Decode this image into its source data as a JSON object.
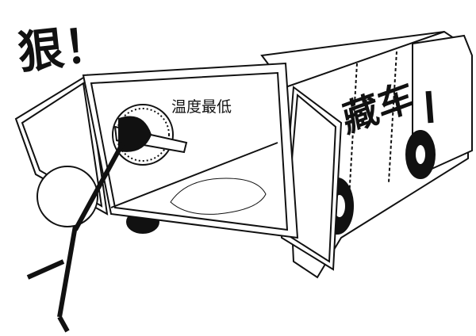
{
  "illustration": {
    "exclamation": "狠！",
    "thermometer_label": "温度最低",
    "truck_label": "藏车"
  },
  "colors": {
    "ink": "#111111",
    "background": "#ffffff"
  }
}
